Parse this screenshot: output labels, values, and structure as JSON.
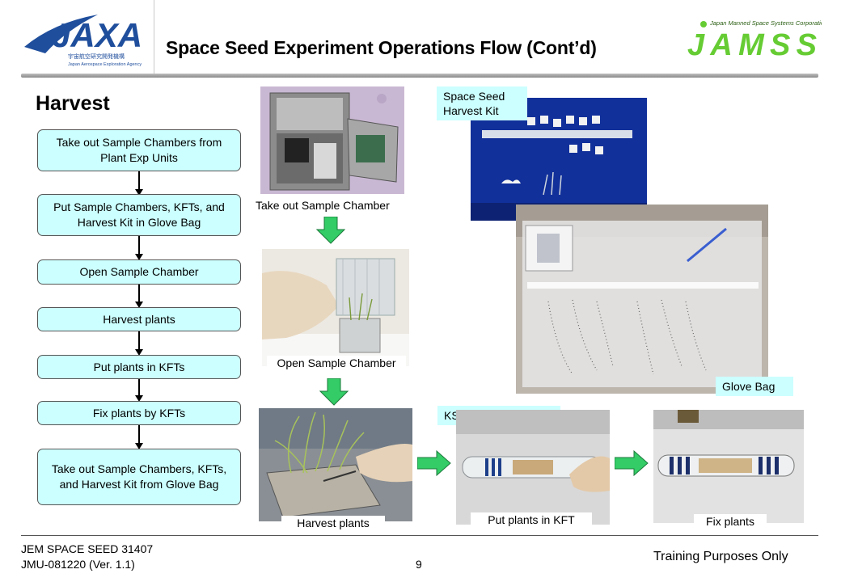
{
  "header": {
    "title": "Space Seed Experiment Operations Flow (Cont’d)",
    "jaxa_logo": "JAXA",
    "jaxa_subtitle_jp": "宇宙航空研究開発機構",
    "jaxa_subtitle_en": "Japan Aerospace Exploration Agency",
    "jamss_logo": "JAMSS",
    "jamss_subtitle": "Japan Manned Space Systems Corporation"
  },
  "section_title": "Harvest",
  "flow_steps": [
    "Take out Sample Chambers from Plant Exp Units",
    "Put Sample Chambers, KFTs, and Harvest Kit in Glove Bag",
    "Open Sample Chamber",
    "Harvest plants",
    "Put plants in KFTs",
    "Fix plants by KFTs",
    "Take out Sample Chambers, KFTs, and Harvest Kit from Glove Bag"
  ],
  "photo_captions": {
    "take_out": "Take out Sample Chamber",
    "open": "Open Sample Chamber",
    "harvest": "Harvest plants",
    "harvest_kit": "Space Seed Harvest Kit",
    "glove_bag": "Glove Bag",
    "kft": "KSC Fixation Tube",
    "put_kft": "Put plants in KFT",
    "fix": "Fix plants"
  },
  "footer": {
    "doc_line1": "JEM SPACE SEED 31407",
    "doc_line2": "JMU-081220 (Ver. 1.1)",
    "page": "9",
    "note": "Training Purposes Only"
  },
  "colors": {
    "step_fill": "#ccffff",
    "arrow_green": "#33cc66",
    "jaxa_blue": "#1f4e9c",
    "jamss_green": "#66cc33"
  }
}
